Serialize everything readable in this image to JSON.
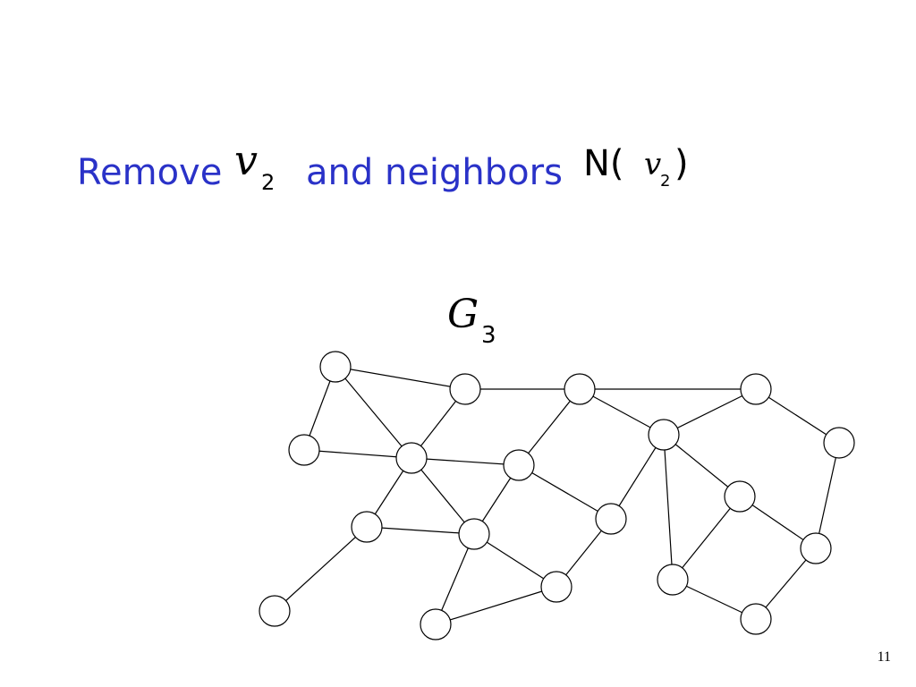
{
  "slide": {
    "title": {
      "remove": "Remove",
      "var_v": "v",
      "var_sub": "2",
      "and_neighbors": "and neighbors",
      "func_N": "N(",
      "inner_v": "v",
      "inner_sub": "2",
      "close_paren": ")"
    },
    "graph_label": {
      "letter": "G",
      "sub": "3"
    },
    "page_number": "11"
  }
}
